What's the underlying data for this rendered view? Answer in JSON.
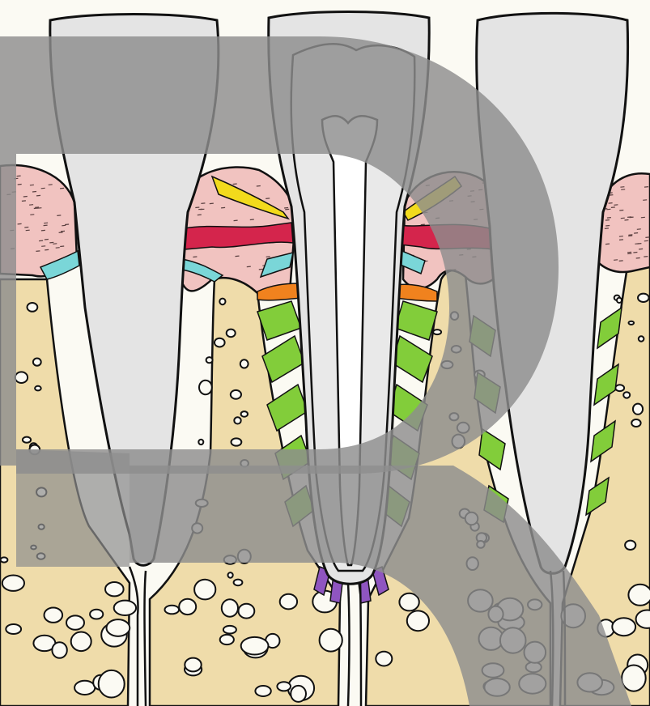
{
  "image": {
    "subject": "tooth-periodontium-cross-section",
    "watermark": "P"
  },
  "colors": {
    "paper": "#fbfaf3",
    "tooth": "#e4e4e4",
    "tooth_shade": "#d2d2d2",
    "pulp": "#ffffff",
    "gingiva": "#f1c3c0",
    "bone": "#f0dfac",
    "bone_light": "#f7ecc9",
    "outline": "#111111",
    "red_fibers": "#d4254c",
    "cyan_fibers": "#7ad6d8",
    "yellow_fibers": "#f2da1c",
    "orange_fibers": "#f0821e",
    "green_fibers": "#82cd3a",
    "purple_fibers": "#8f55c0",
    "watermark": "#8d8d8d"
  },
  "icons": {
    "watermark": "letter-p-watermark"
  }
}
